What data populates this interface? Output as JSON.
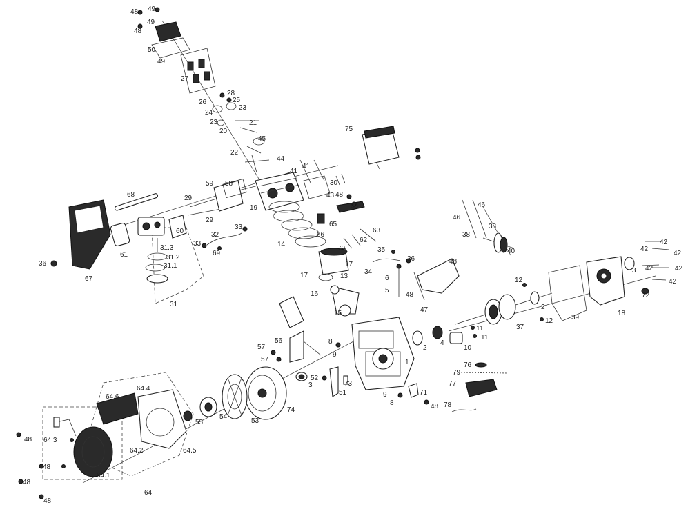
{
  "labels": {
    "p1": "1",
    "p2": "2",
    "p3": "3",
    "p4": "4",
    "p5": "5",
    "p6": "6",
    "p7": "7",
    "p8": "8",
    "p9": "9",
    "p10": "10",
    "p11": "11",
    "p12": "12",
    "p13": "13",
    "p14": "14",
    "p15": "15",
    "p16": "16",
    "p17": "17",
    "p18": "18",
    "p19": "19",
    "p20": "20",
    "p21": "21",
    "p22": "22",
    "p23": "23",
    "p24": "24",
    "p25": "25",
    "p26": "26",
    "p27": "27",
    "p28": "28",
    "p29": "29",
    "p30": "30",
    "p31": "31",
    "p31_1": "31.1",
    "p31_2": "31.2",
    "p31_3": "31.3",
    "p32": "32",
    "p33": "33",
    "p34": "34",
    "p35": "35",
    "p36": "36",
    "p37": "37",
    "p38": "38",
    "p39": "39",
    "p40": "40",
    "p41": "41",
    "p42": "42",
    "p43": "43",
    "p44": "44",
    "p45": "45",
    "p46": "46",
    "p47": "47",
    "p48": "48",
    "p49": "49",
    "p50": "50",
    "p51": "51",
    "p52": "52",
    "p53": "53",
    "p54": "54",
    "p55": "55",
    "p56": "56",
    "p57": "57",
    "p58": "58",
    "p59": "59",
    "p60": "60",
    "p61": "61",
    "p62": "62",
    "p63": "63",
    "p64": "64",
    "p64_1": "64.1",
    "p64_2": "64.2",
    "p64_3": "64.3",
    "p64_4": "64.4",
    "p64_5": "64.5",
    "p64_6": "64.6",
    "p65": "65",
    "p66": "66",
    "p67": "67",
    "p68": "68",
    "p69": "69",
    "p70": "70",
    "p71": "71",
    "p72": "72",
    "p73": "73",
    "p74": "74",
    "p75": "75",
    "p76": "76",
    "p77": "77",
    "p78": "78",
    "p79": "79"
  }
}
